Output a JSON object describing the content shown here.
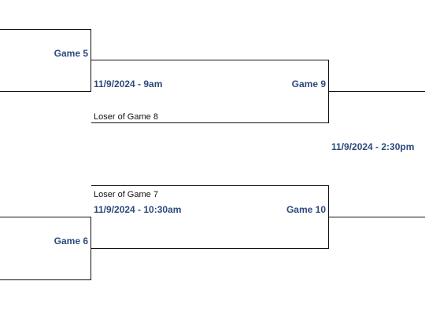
{
  "bracket": {
    "game5": {
      "label": "Game 5"
    },
    "game6": {
      "label": "Game 6"
    },
    "game9": {
      "label": "Game 9",
      "date": "11/9/2024 - 9am",
      "slot_bottom": "Loser of Game 8"
    },
    "game10": {
      "label": "Game 10",
      "date": "11/9/2024 - 10:30am",
      "slot_top": "Loser of Game 7"
    },
    "final_date": "11/9/2024 - 2:30pm"
  },
  "colors": {
    "label_blue": "#2c4a7c",
    "line": "#111111"
  }
}
